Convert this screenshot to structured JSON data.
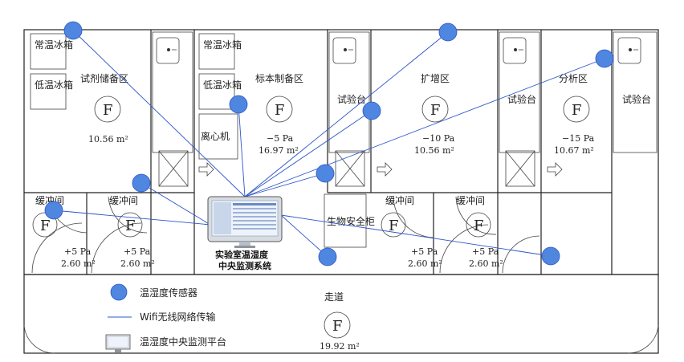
{
  "rooms": {
    "reagent_storage": {
      "name": "试剂储备区",
      "area": "10.56 m²"
    },
    "specimen_prep": {
      "name": "标本制备区",
      "pressure": "−5 Pa",
      "area": "16.97 m²"
    },
    "amplification": {
      "name": "扩增区",
      "pressure": "−10 Pa",
      "area": "10.56 m²"
    },
    "analysis": {
      "name": "分析区",
      "pressure": "−15 Pa",
      "area": "10.67 m²"
    },
    "corridor": {
      "name": "走道",
      "area": "19.92 m²"
    }
  },
  "equipment": {
    "fridge_normal": "常温冰箱",
    "fridge_low": "低温冰箱",
    "centrifuge": "离心机",
    "test_bench": "试验台",
    "biosafety_cabinet": "生物安全柜"
  },
  "buffer_rooms": [
    {
      "name": "缓冲间",
      "pressure": "+5 Pa",
      "area": "2.60 m²"
    },
    {
      "name": "缓冲间",
      "pressure": "+5 Pa",
      "area": "2.60 m²"
    },
    {
      "name": "缓冲间",
      "pressure": "+5 Pa",
      "area": "2.60 m²"
    },
    {
      "name": "缓冲间",
      "pressure": "+5 Pa",
      "area": "2.60 m²"
    }
  ],
  "fan_symbol": "F",
  "monitor_caption": [
    "实验室温湿度",
    "中央监测系统"
  ],
  "legend": {
    "sensor": "温湿度传感器",
    "wifi": "Wifi无线网络传输",
    "platform": "温湿度中央监测平台"
  },
  "colors": {
    "sensor": "#4f86e0",
    "wifi_line": "#2c55c8",
    "wall": "#222222"
  }
}
